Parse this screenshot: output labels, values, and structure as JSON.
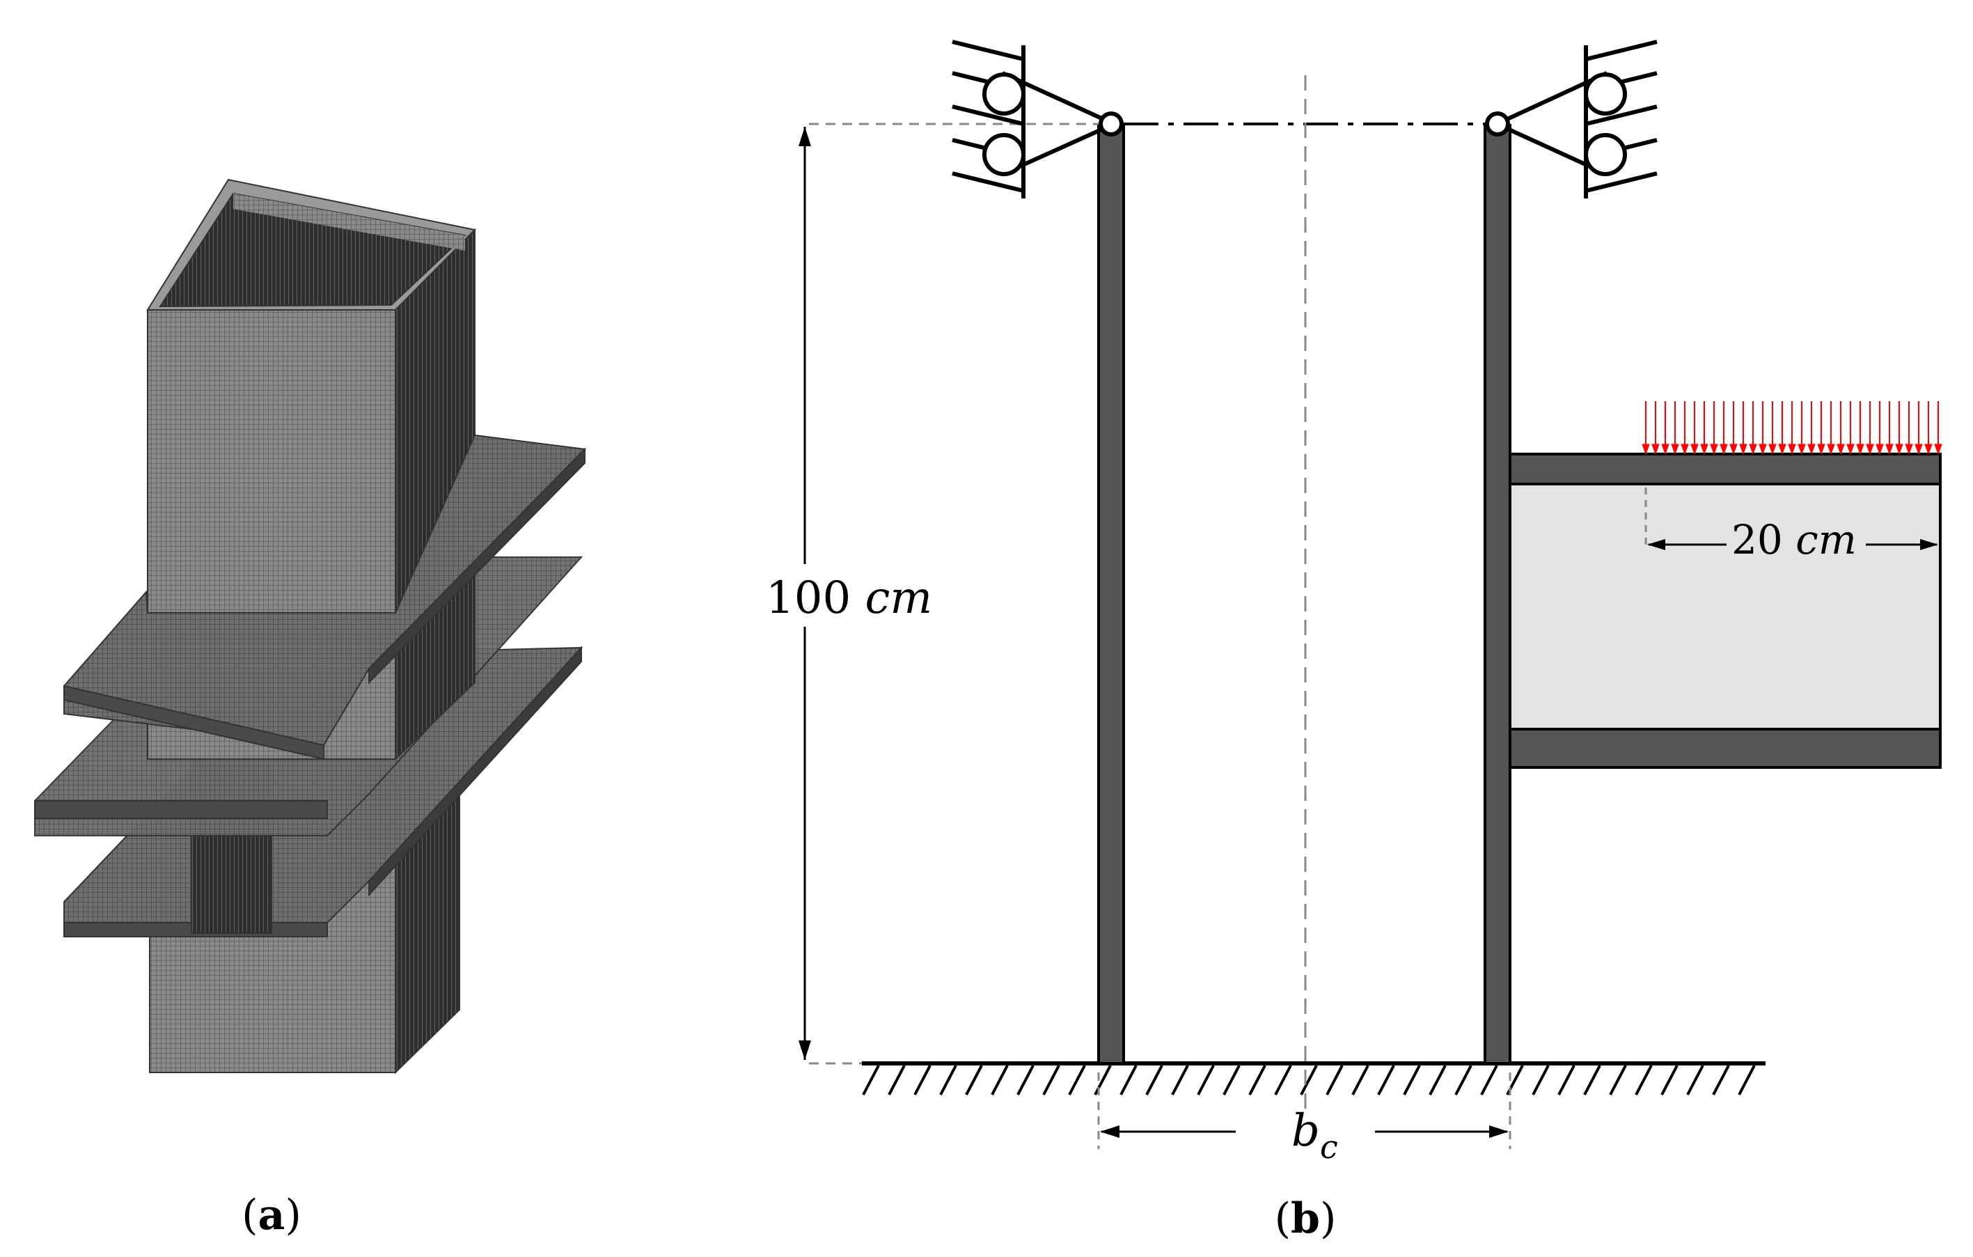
{
  "panel_a": {
    "caption_open": "(",
    "caption_letter": "a",
    "caption_close": ")"
  },
  "panel_b": {
    "caption_open": "(",
    "caption_letter": "b",
    "caption_close": ")",
    "height_value": "100",
    "height_unit": "cm",
    "load_width_value": "20",
    "load_width_unit": "cm",
    "spacing_symbol": "b",
    "spacing_subscript": "c"
  },
  "colors": {
    "steel": "#555555",
    "mesh": "#808080",
    "mesh_dark": "#3a3a3a",
    "concrete": "#e3e3e3",
    "load": "#ff0000",
    "line": "#000000"
  }
}
